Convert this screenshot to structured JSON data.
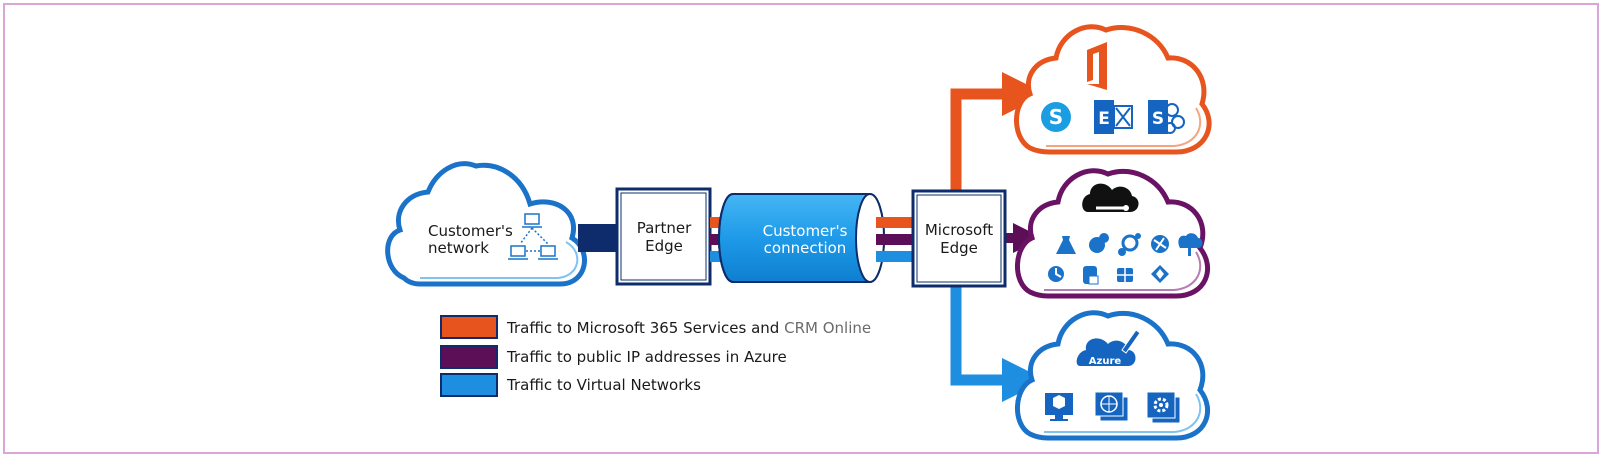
{
  "nodes": {
    "customer_network": {
      "line1": "Customer's",
      "line2": "network"
    },
    "partner_edge": {
      "line1": "Partner",
      "line2": "Edge"
    },
    "customer_connection": {
      "line1": "Customer's",
      "line2": "connection"
    },
    "microsoft_edge": {
      "line1": "Microsoft",
      "line2": "Edge"
    }
  },
  "clouds": {
    "azure_badge": "Azure"
  },
  "legend": [
    {
      "color": "#e8541e",
      "prefix": "Traffic to Microsoft 365 Services and ",
      "suffix": "CRM Online"
    },
    {
      "color": "#5c0f57",
      "prefix": "Traffic to public IP addresses in Azure",
      "suffix": ""
    },
    {
      "color": "#1e8ee0",
      "prefix": "Traffic to Virtual Networks",
      "suffix": ""
    }
  ],
  "colors": {
    "office": "#e8541e",
    "public": "#6a1264",
    "vnet": "#1e8ee0",
    "navy": "#0e2c6b",
    "cloud_blue": "#1a73c9",
    "frame": "#d9a6da"
  },
  "icons": {
    "office": [
      "office-logo-icon",
      "skype-icon",
      "exchange-icon",
      "sharepoint-icon"
    ],
    "public": [
      "azure-cloud-icon",
      "flask-icon",
      "media-icon",
      "gear-cluster-icon",
      "network-icon",
      "cloud-upload-icon",
      "clock-icon",
      "database-icon",
      "grid-icon",
      "diamond-icon"
    ],
    "vnet": [
      "azure-badge-icon",
      "virtual-machine-icon",
      "web-app-icon",
      "cloud-service-icon"
    ]
  }
}
